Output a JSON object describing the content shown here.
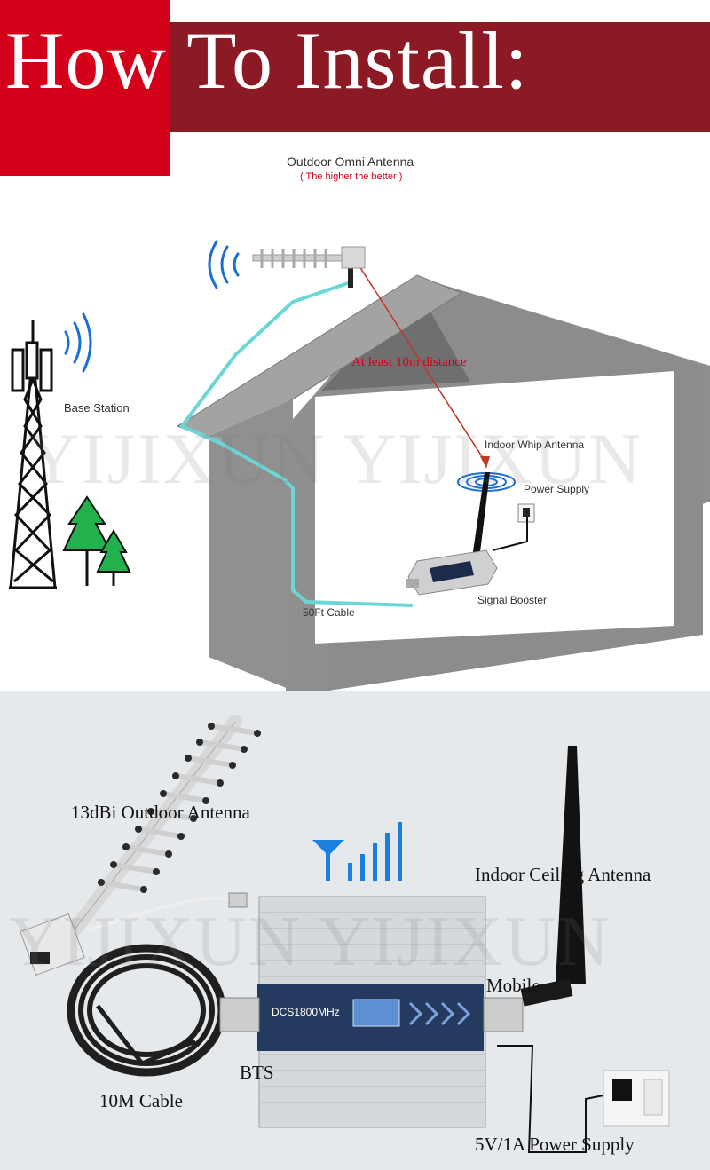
{
  "header": {
    "title": "How To Install:"
  },
  "top_diagram": {
    "outdoor_antenna_label": "Outdoor Omni Antenna",
    "outdoor_antenna_note": "( The higher the better )",
    "base_station_label": "Base Station",
    "distance_label": "At least 10m distance",
    "indoor_whip_label": "Indoor Whip Antenna",
    "power_supply_label": "Power Supply",
    "signal_booster_label": "Signal Booster",
    "cable_label": "50Ft Cable",
    "watermark": "YIJIXUN YIJIXUN"
  },
  "bottom_diagram": {
    "outdoor_antenna_label": "13dBi Outdoor Antenna",
    "indoor_antenna_label": "Indoor Ceiling  Antenna",
    "mobile_label": "Mobile",
    "bts_label": "BTS",
    "cable_label": "10M Cable",
    "power_label": "5V/1A Power Supply",
    "booster_model": "DCS1800MHz",
    "watermark": "YIJIXUN YIJIXUN"
  },
  "colors": {
    "header_red": "#d4001a",
    "header_dark": "#8b1a24",
    "house_gray": "#8c8c8c",
    "cable_cyan": "#6ad6d6",
    "signal_blue": "#1a6fd6",
    "distance_red": "#c0392b"
  }
}
